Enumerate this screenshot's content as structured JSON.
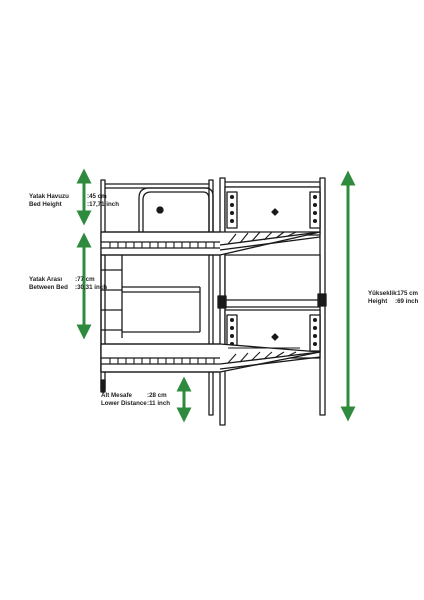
{
  "colors": {
    "arrow": "#2e8b3e",
    "line": "#1a1a1a",
    "background": "#ffffff"
  },
  "dimensions": {
    "bed_height": {
      "tr_label": "Yatak Havuzu",
      "tr_value": "45 cm",
      "en_label": "Bed Height",
      "en_value": "17,71 inch"
    },
    "between_bed": {
      "tr_label": "Yatak Arası",
      "tr_value": "77 cm",
      "en_label": "Between Bed",
      "en_value": "30,31 inch"
    },
    "lower_distance": {
      "tr_label": "Alt Mesafe",
      "tr_value": "28 cm",
      "en_label": "Lower Distance",
      "en_value": "11 inch"
    },
    "height": {
      "tr_label": "Yükseklik",
      "tr_value": "175 cm",
      "en_label": "Height",
      "en_value": "69 inch"
    }
  }
}
